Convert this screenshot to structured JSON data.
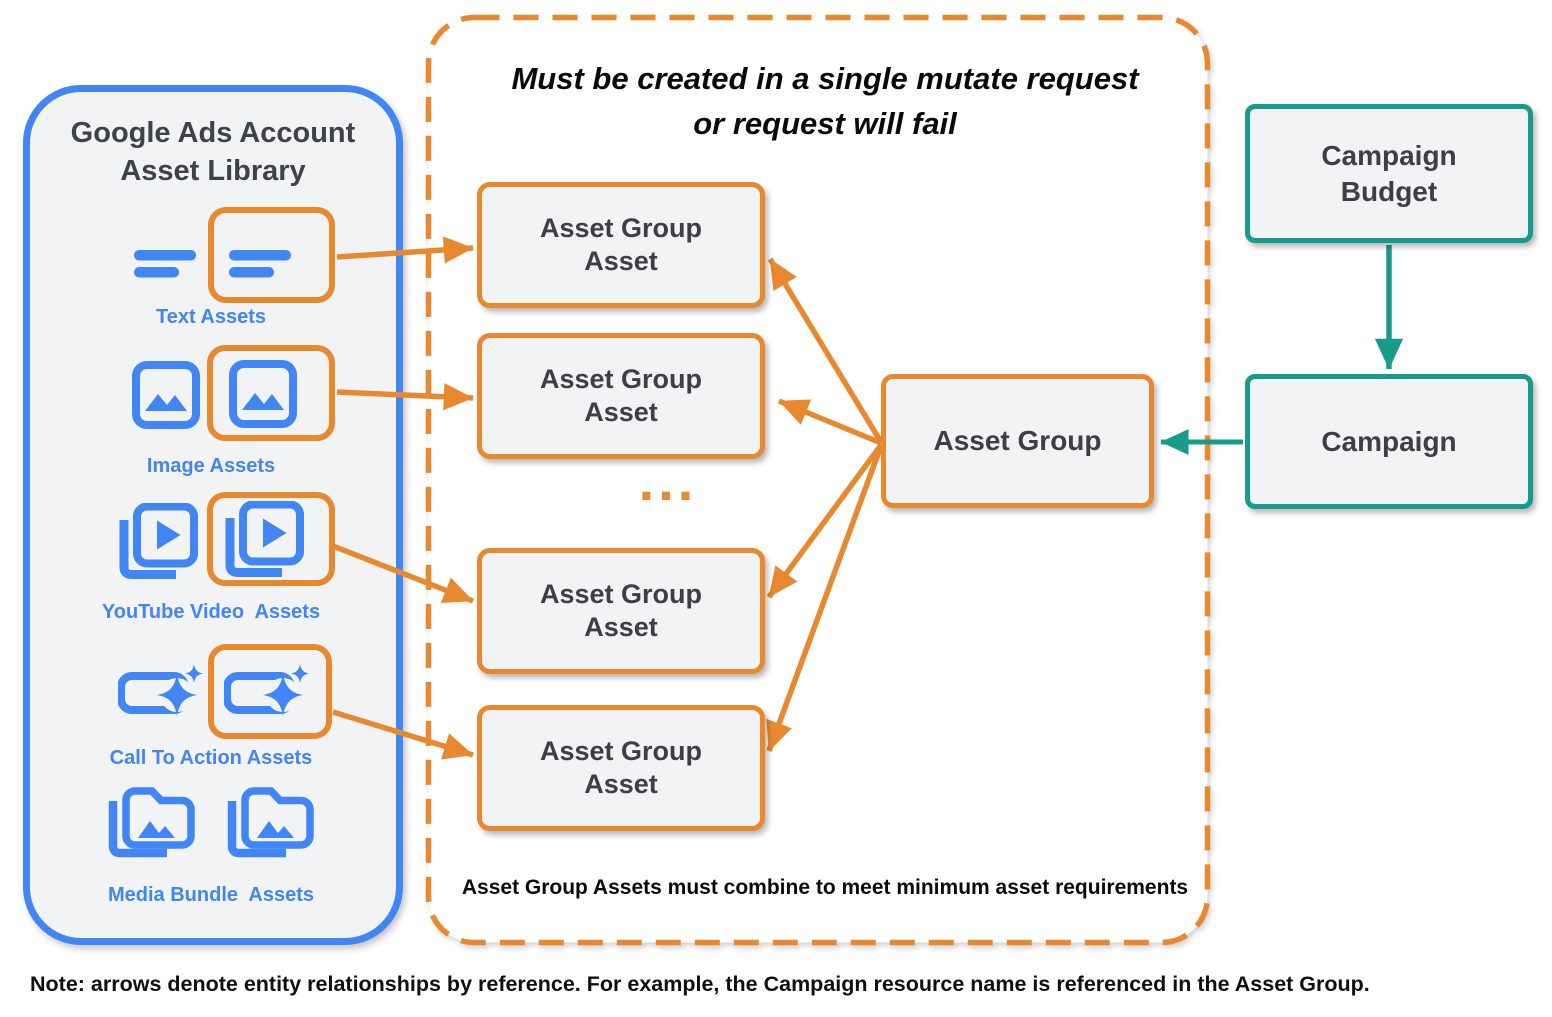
{
  "colors": {
    "blue": "#4285F4",
    "orange": "#E8892F",
    "teal": "#1A9A8B",
    "panel_fill": "#F1F3F4",
    "dark_text": "#3C4043",
    "black_text": "#0A0A0A"
  },
  "library": {
    "title_line1": "Google Ads Account",
    "title_line2": "Asset Library",
    "rows": [
      {
        "label": "Text Assets",
        "icon": "text-lines-icon",
        "highlighted": true
      },
      {
        "label": "Image Assets",
        "icon": "image-icon",
        "highlighted": true
      },
      {
        "label": "YouTube Video  Assets",
        "icon": "youtube-video-icon",
        "highlighted": true
      },
      {
        "label": "Call To Action Assets",
        "icon": "call-to-action-icon",
        "highlighted": true
      },
      {
        "label": "Media Bundle  Assets",
        "icon": "media-bundle-icon",
        "highlighted": false
      }
    ]
  },
  "mutate_container": {
    "title_line1": "Must be created in a single mutate request",
    "title_line2": "or request will fail",
    "asset_boxes": [
      {
        "line1": "Asset Group",
        "line2": "Asset"
      },
      {
        "line1": "Asset Group",
        "line2": "Asset"
      },
      {
        "line1": "Asset Group",
        "line2": "Asset"
      },
      {
        "line1": "Asset Group",
        "line2": "Asset"
      }
    ],
    "ellipsis": "...",
    "caption": "Asset Group Assets must combine to meet minimum asset requirements"
  },
  "entities": {
    "asset_group": {
      "label": "Asset Group"
    },
    "campaign_budget": {
      "line1": "Campaign",
      "line2": "Budget"
    },
    "campaign": {
      "label": "Campaign"
    }
  },
  "note": "Note: arrows denote entity relationships by reference. For example, the Campaign resource name is referenced in the Asset Group."
}
